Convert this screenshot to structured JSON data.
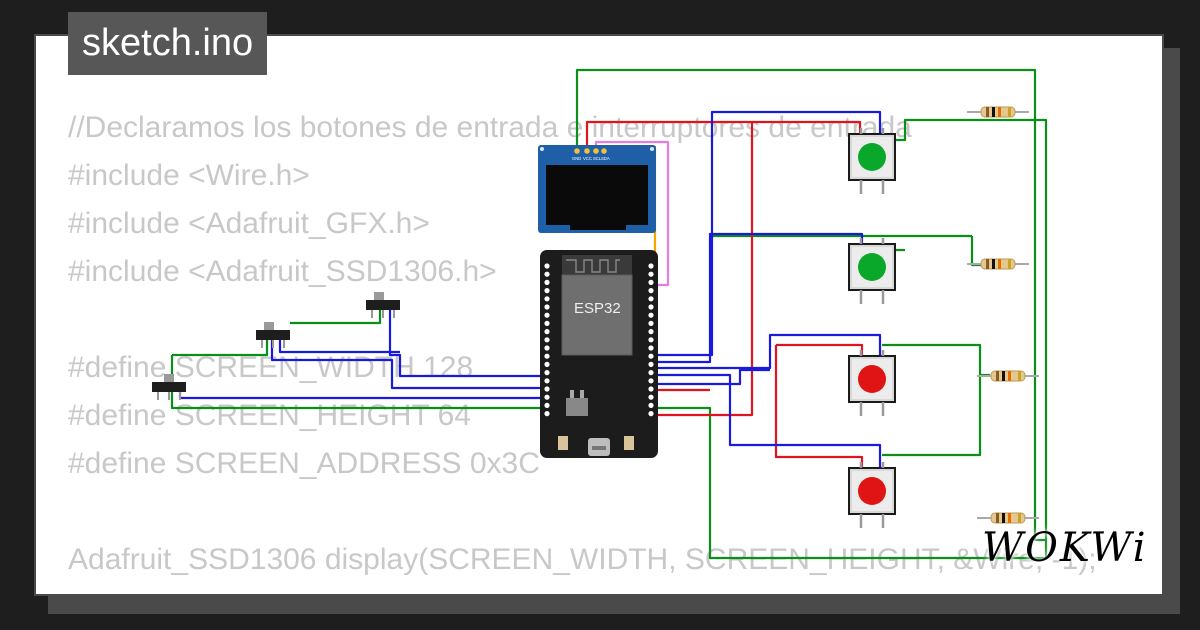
{
  "tab": {
    "label": "sketch.ino"
  },
  "code_lines": [
    "//Declaramos los botones de entrada e interruptores de entrada",
    "#include <Wire.h>",
    "#include <Adafruit_GFX.h>",
    "#include <Adafruit_SSD1306.h>",
    "",
    "#define SCREEN_WIDTH 128",
    "#define SCREEN_HEIGHT 64",
    "#define SCREEN_ADDRESS 0x3C",
    "",
    "Adafruit_SSD1306 display(SCREEN_WIDTH, SCREEN_HEIGHT, &Wire, -1);"
  ],
  "board": {
    "label": "ESP32"
  },
  "oled": {
    "pins": [
      "GND",
      "VCC",
      "SCL",
      "SDA"
    ]
  },
  "brand": {
    "label": "WOKWi"
  },
  "colors": {
    "wire_green": "#0a8f1a",
    "wire_red": "#e0141e",
    "wire_blue": "#1a1adc",
    "wire_orange": "#f5a500",
    "wire_pink": "#e57de5",
    "button_green": "#0aa82a",
    "button_red": "#e01414",
    "board": "#1c1c1c",
    "oled_pcb": "#1f5fa8"
  },
  "components": {
    "buttons": [
      "green",
      "green",
      "red",
      "red"
    ],
    "slide_switches": 3,
    "resistors": 4
  }
}
